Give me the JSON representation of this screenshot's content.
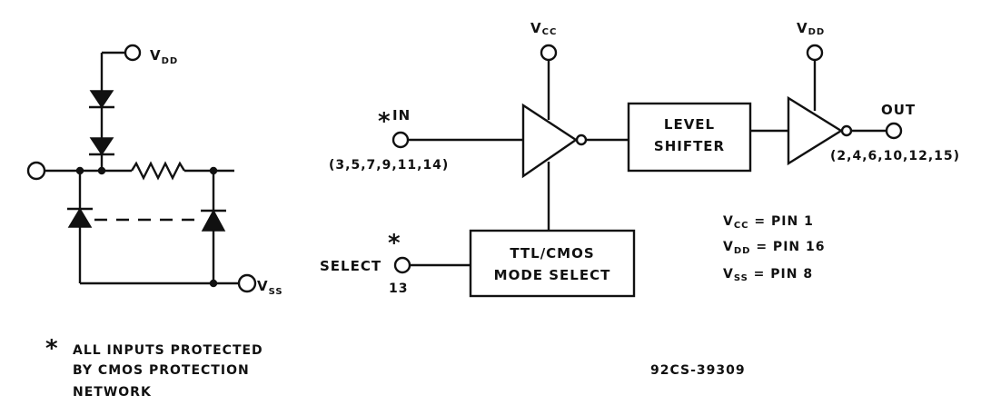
{
  "protection_network": {
    "vdd_label": "V",
    "vdd_sub": "DD",
    "vss_label": "V",
    "vss_sub": "SS"
  },
  "footnote": {
    "star": "*",
    "lines": [
      "ALL INPUTS PROTECTED",
      "BY CMOS PROTECTION",
      "NETWORK"
    ]
  },
  "block_diagram": {
    "vcc_label": "V",
    "vcc_sub": "CC",
    "vdd_label": "V",
    "vdd_sub": "DD",
    "input_star": "*",
    "input_label": "IN",
    "input_pins": "(3,5,7,9,11,14)",
    "level_shifter_line1": "LEVEL",
    "level_shifter_line2": "SHIFTER",
    "output_label": "OUT",
    "output_pins": "(2,4,6,10,12,15)",
    "select_star": "*",
    "select_label": "SELECT",
    "select_pin": "13",
    "mode_select_line1": "TTL/CMOS",
    "mode_select_line2": "MODE SELECT"
  },
  "pin_legend": [
    {
      "main": "V",
      "sub": "CC",
      "rest": " = PIN 1"
    },
    {
      "main": "V",
      "sub": "DD",
      "rest": " = PIN 16"
    },
    {
      "main": "V",
      "sub": "SS",
      "rest": " = PIN 8"
    }
  ],
  "figure_code": "92CS-39309"
}
